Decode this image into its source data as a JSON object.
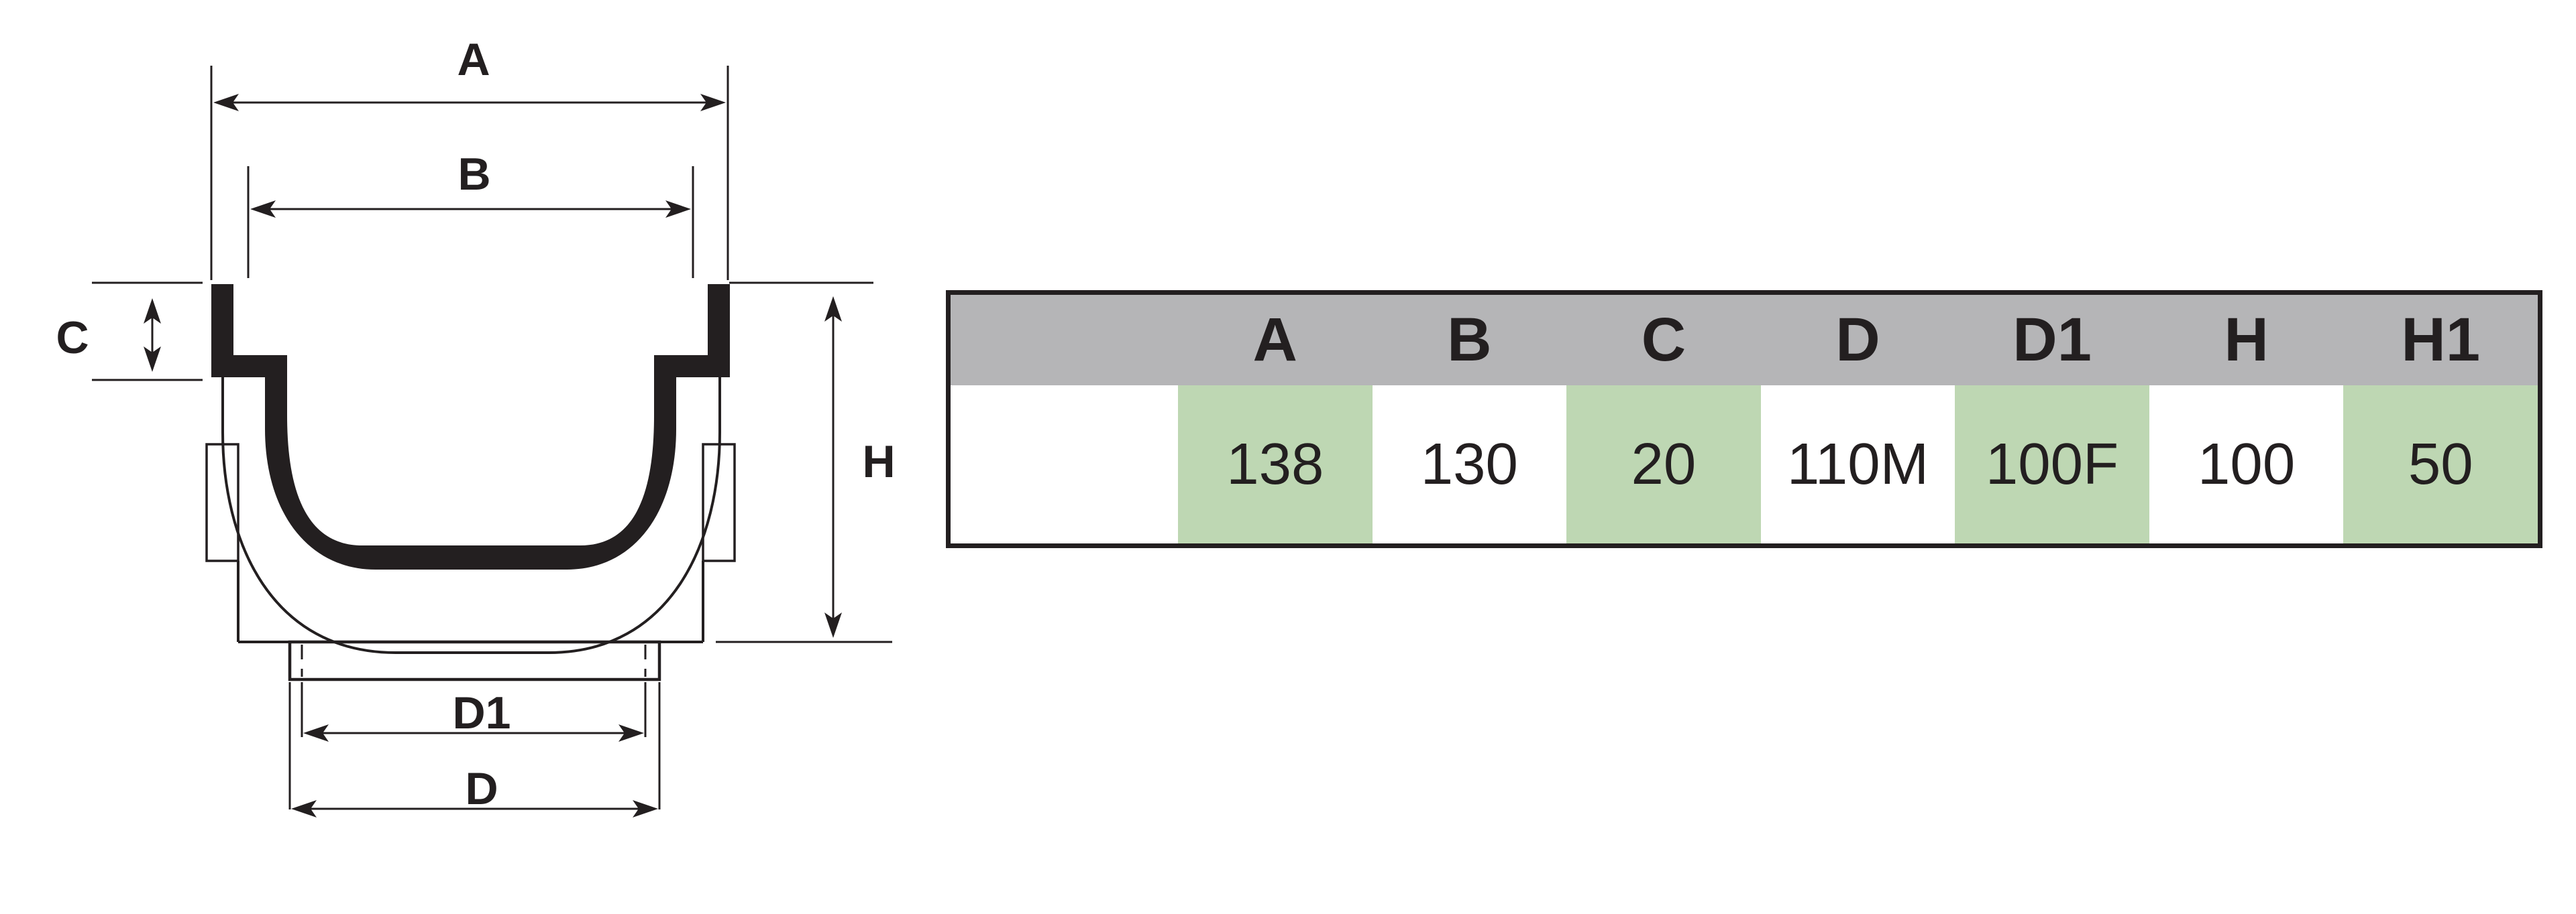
{
  "diagram": {
    "description": "channel drain cross-section technical drawing",
    "labels": {
      "a": "A",
      "b": "B",
      "c": "C",
      "h": "H",
      "d1": "D1",
      "d": "D"
    },
    "line_color": "#231f20"
  },
  "table": {
    "columns": [
      {
        "header": "A",
        "value": "138",
        "highlighted": true
      },
      {
        "header": "B",
        "value": "130",
        "highlighted": false
      },
      {
        "header": "C",
        "value": "20",
        "highlighted": true
      },
      {
        "header": "D",
        "value": "110M",
        "highlighted": false
      },
      {
        "header": "D1",
        "value": "100F",
        "highlighted": true
      },
      {
        "header": "H",
        "value": "100",
        "highlighted": false
      },
      {
        "header": "H1",
        "value": "50",
        "highlighted": true
      }
    ],
    "colors": {
      "header_bg": "#b5b5b7",
      "highlight_bg": "#bed7b3",
      "border": "#231f20",
      "text": "#231f20"
    }
  }
}
